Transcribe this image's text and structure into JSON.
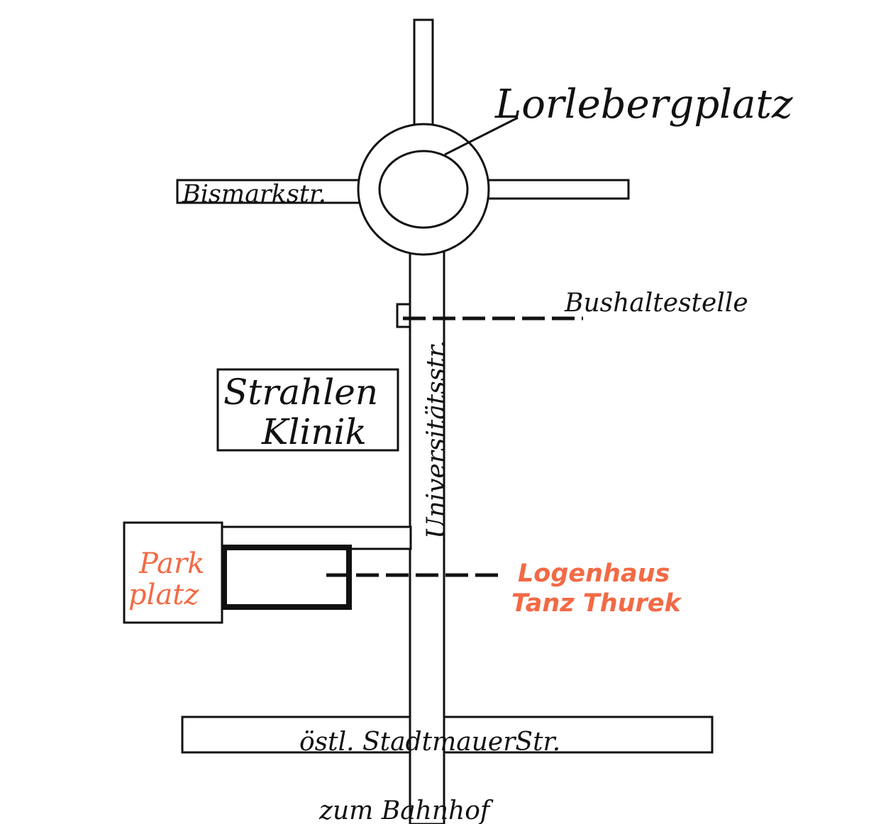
{
  "map": {
    "colors": {
      "ink": "#111111",
      "accent": "#f26a45",
      "background": "#ffffff"
    },
    "labels": {
      "roundabout": "Lorlebergplatz",
      "street_west": "Bismarkstr.",
      "bus_stop": "Bushaltestelle",
      "clinic_line1": "Strahlen",
      "clinic_line2": "Klinik",
      "main_street": "Universitätsstr.",
      "parking_line1": "Park",
      "parking_line2": "platz",
      "destination_line1": "Logenhaus",
      "destination_line2": "Tanz Thurek",
      "cross_street": "östl. StadtmauerStr.",
      "direction": "zum Bahnhof"
    }
  }
}
